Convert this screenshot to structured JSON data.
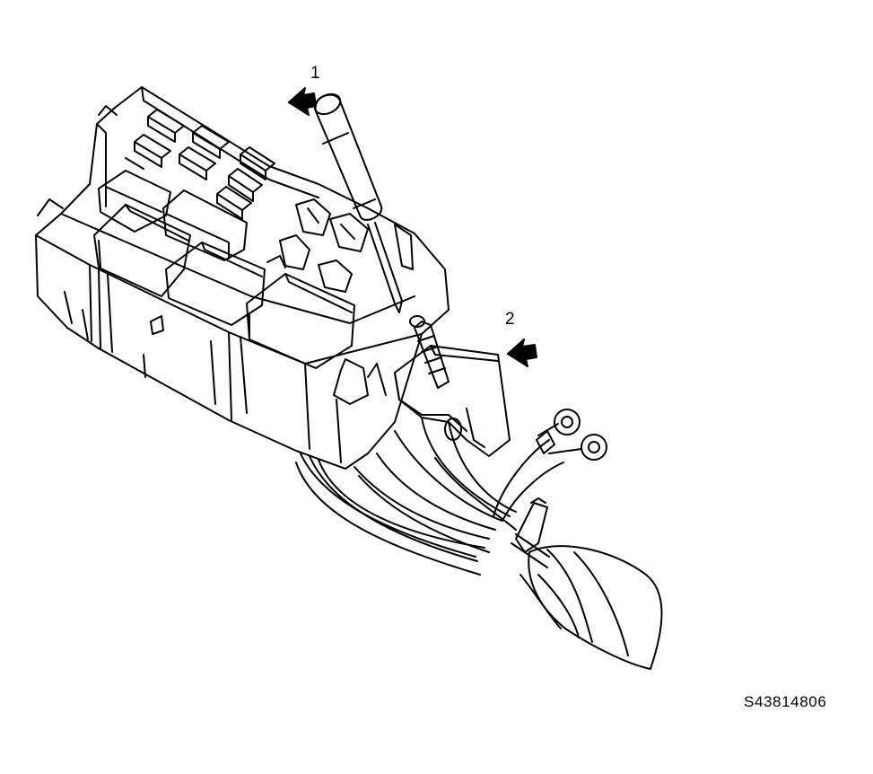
{
  "callouts": [
    {
      "label": "1",
      "target": "screwdriver"
    },
    {
      "label": "2",
      "target": "relay-connector"
    }
  ],
  "figure_id": "S43814806",
  "colors": {
    "line": "#000000",
    "background": "#ffffff"
  },
  "icons": [
    "callout-arrow-icon"
  ]
}
